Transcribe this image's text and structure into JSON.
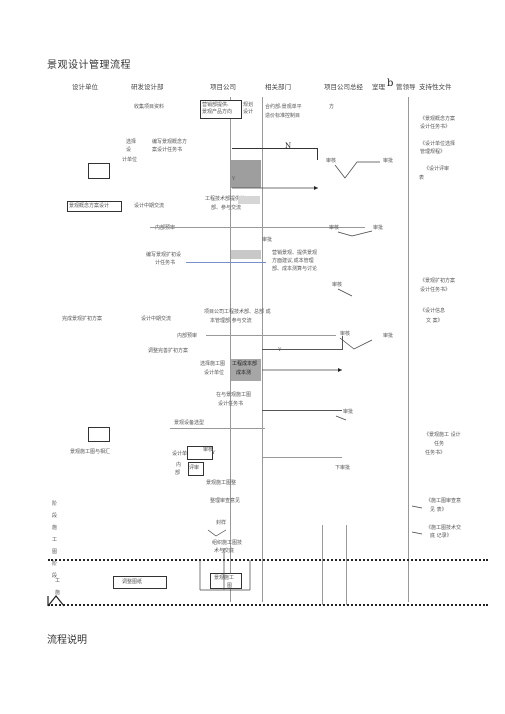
{
  "title": "景观设计管理流程",
  "footer": "流程说明",
  "headers": {
    "design_unit": "设计单位",
    "rnd_dept": "研发设计部",
    "project_company": "项目公司",
    "related_dept": "相关部门",
    "company_leader": "项目公司总经",
    "mgmt_leader": "管领导",
    "support_docs": "支持性文件",
    "subscript_b": "b",
    "head_room": "室理"
  },
  "nodes": {
    "collect_info": "收集项目资料",
    "market_research": "营销部提供:",
    "market_research2": "景观产品方向",
    "planning_design": "规划",
    "planning_design2": "设计",
    "operation": "合约部:景观单平",
    "operation2": "造价标准控制目",
    "operation_prefix": "方",
    "select_unit": "选择",
    "select_unit2": "设",
    "select_unit3": "计单位",
    "write_concept": "编写景观概念方",
    "write_concept2": "案设计任务书",
    "n_mark": "N",
    "review1": "审核",
    "approve1": "审批",
    "y_mark1": "Y",
    "concept_plan": "景观概念方案设计",
    "design_phase_exchange": "设计中期交流",
    "engineering_tech": "工程技术部提供技",
    "engineering_tech2": "部、参与交流",
    "report_review": "内部预审",
    "review2": "审核",
    "approve2": "审批",
    "approve_label": "审批",
    "write_expanded": "编写景观扩初设",
    "write_expanded2": "计任务书",
    "marketing_cost": "营销景观、提供景观",
    "marketing_cost2": "方面建议,成本管理",
    "marketing_cost3": "部、成本测算与讨论",
    "review3": "审核",
    "expanded_plan": "完成景观扩初方案",
    "design_mid_exchange2": "设计中期交流",
    "project_eng": "项目公司工程技术部、总部 成",
    "project_eng2": "本管理部,参与交流",
    "internal_review2": "内部预审",
    "review4": "审核",
    "approve3": "审批",
    "adjust_plan": "调整完善扩初方案",
    "select_construct": "选择施工图",
    "select_construct2": "设计单位",
    "tender_bid": "工程成本部",
    "tender_bid2": "成本测",
    "write_construct": "在与景观施工图",
    "write_construct2": "设计任务书",
    "y_mark2": "Y",
    "approve4": "审批",
    "plant_select": "景观设备选型",
    "construct_design": "景观施工图与相汇",
    "design_unit_box": "设计单",
    "design_unit_box2": "审核",
    "inner_label": "内",
    "inner_label2": "部",
    "review_label": "评审",
    "y_mark3": "Y",
    "sign_off": "下审批",
    "construct_review": "景观施工图整",
    "side_label": "阶段施工图阶段",
    "compile_review": "整理审查意见",
    "approve5": "封样",
    "organize_construct": "组织施工图技",
    "organize_construct2": "术与交底",
    "adjust_label": "调整图纸",
    "tech_change": "景观施工",
    "tech_change2": "图",
    "work_label": "工",
    "work_label2": "施"
  },
  "support_docs": [
    "《景观概念方案",
    "设计任务书》",
    "《设计单位选择",
    "管理规程》",
    "《设计评审",
    "表",
    "《景观扩初方案",
    "设计任务书》",
    "《设计信息",
    "文 案》",
    "《景观施工 设计",
    "任务",
    "任务书》",
    "《施工图审查意",
    "见 表》",
    "《施工图技术交",
    "底 记录》"
  ]
}
